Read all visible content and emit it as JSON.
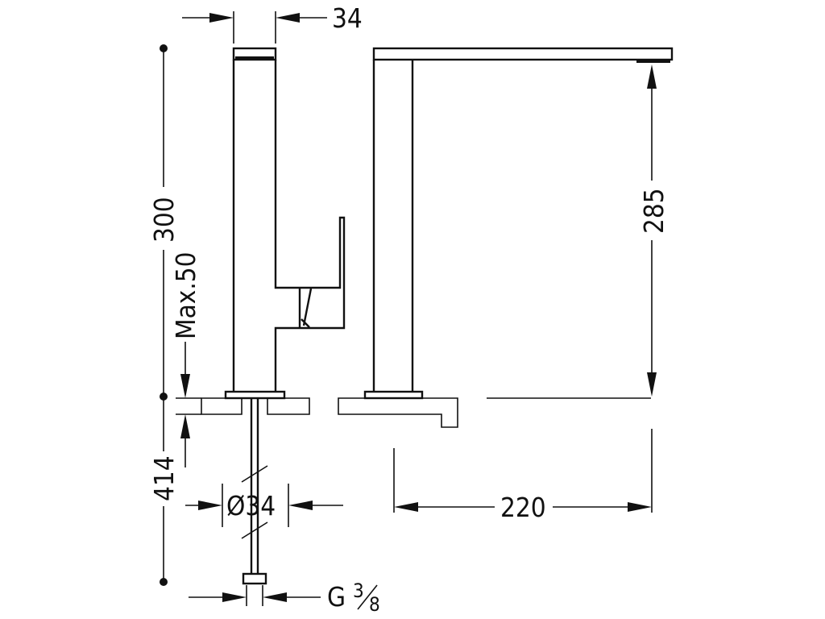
{
  "drawing": {
    "dimensions": {
      "spout_width": "34",
      "total_height": "300",
      "max_thickness": "Max.50",
      "tail_length": "414",
      "hole_diameter": "Ø34",
      "spout_height": "285",
      "spout_reach": "220",
      "connection_g": "G",
      "connection_frac_top": "3",
      "connection_frac_bottom": "8"
    }
  }
}
